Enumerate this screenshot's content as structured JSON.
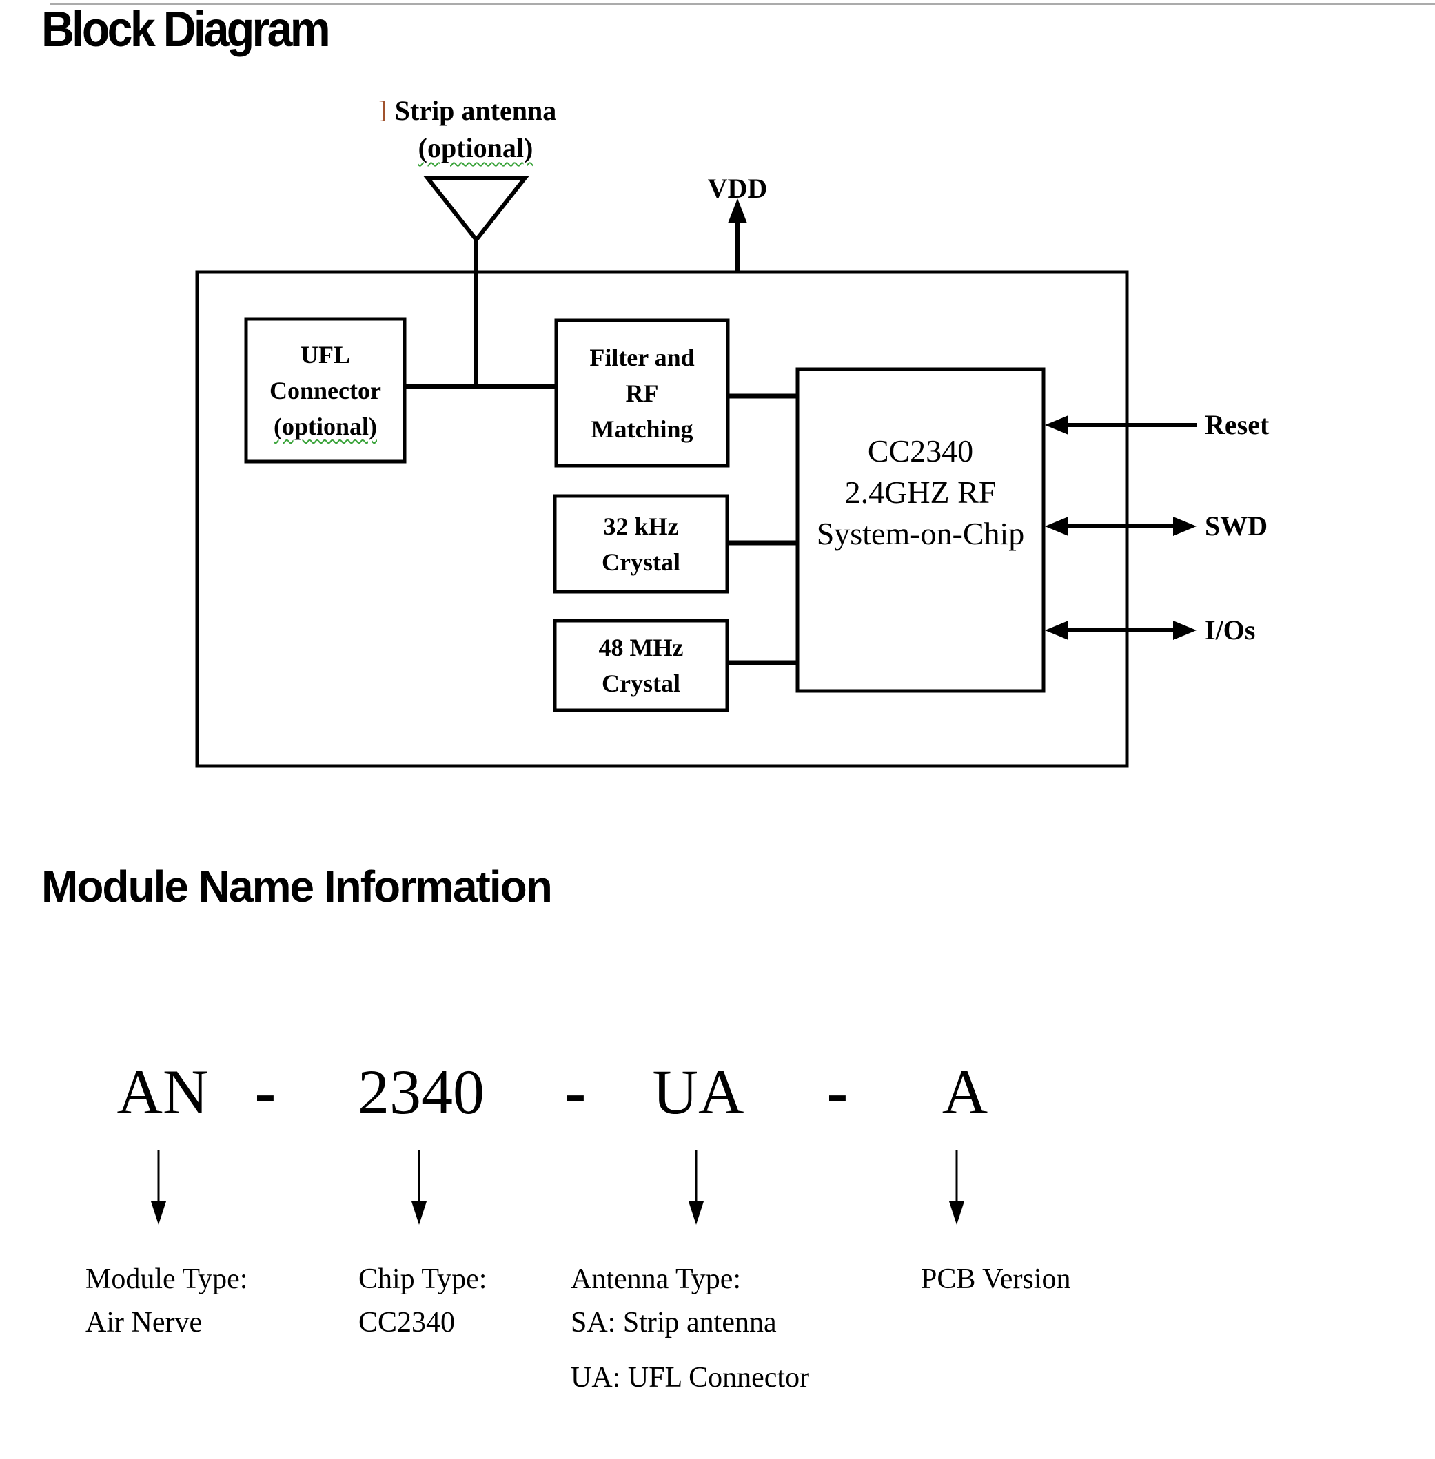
{
  "header": {
    "title": "Block Diagram",
    "section2_title": "Module Name Information"
  },
  "diagram": {
    "antenna": {
      "label": "Strip antenna",
      "sublabel": "(optional)",
      "cursor_artifact": "]"
    },
    "power_label": "VDD",
    "blocks": {
      "ufl": {
        "lines": [
          "UFL",
          "Connector",
          "(optional)"
        ]
      },
      "filter": {
        "lines": [
          "Filter and",
          "RF",
          "Matching"
        ]
      },
      "crystal32": {
        "lines": [
          "32 kHz",
          "Crystal"
        ]
      },
      "crystal48": {
        "lines": [
          "48 MHz",
          "Crystal"
        ]
      },
      "soc": {
        "lines": [
          "CC2340",
          "2.4GHZ RF",
          "System-on-Chip"
        ]
      }
    },
    "ports": [
      {
        "label": "Reset"
      },
      {
        "label": "SWD"
      },
      {
        "label": "I/Os"
      }
    ]
  },
  "module_name": {
    "segments": [
      "AN",
      "2340",
      "UA",
      "A"
    ],
    "separator": "-",
    "columns": [
      {
        "lines": [
          "Module Type:",
          "Air Nerve"
        ]
      },
      {
        "lines": [
          "Chip Type:",
          "CC2340"
        ]
      },
      {
        "lines": [
          "Antenna Type:",
          "SA: Strip antenna",
          "UA: UFL Connector"
        ]
      },
      {
        "lines": [
          "PCB Version"
        ]
      }
    ]
  },
  "colors": {
    "ink": "#000000",
    "squiggle_green": "#3aa33a",
    "cursor_brown": "#a0522d",
    "top_rule_gray": "#ababab"
  }
}
